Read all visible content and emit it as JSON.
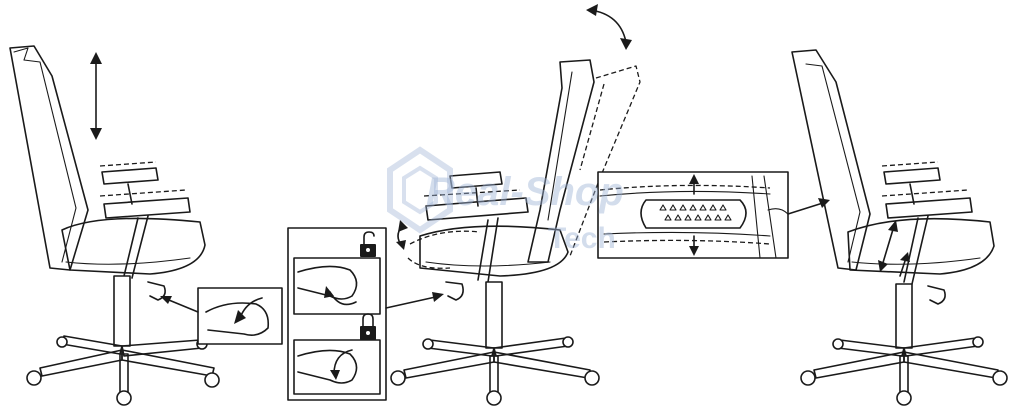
{
  "watermark": {
    "brand": "Real-Shop",
    "sub": "Tech"
  },
  "panels": [
    {
      "id": "height-adjustment",
      "icon": "vertical-double-arrow-icon"
    },
    {
      "id": "tilt-lock",
      "icons": [
        "unlock-icon",
        "lock-icon"
      ]
    },
    {
      "id": "lumbar-support",
      "icon": "lumbar-double-arrow-icon"
    },
    {
      "id": "armrest-adjustment",
      "icon": "armrest-height-arrow-icon"
    }
  ],
  "colors": {
    "line": "#1a1a1a",
    "watermark": "#9fb4d6"
  }
}
